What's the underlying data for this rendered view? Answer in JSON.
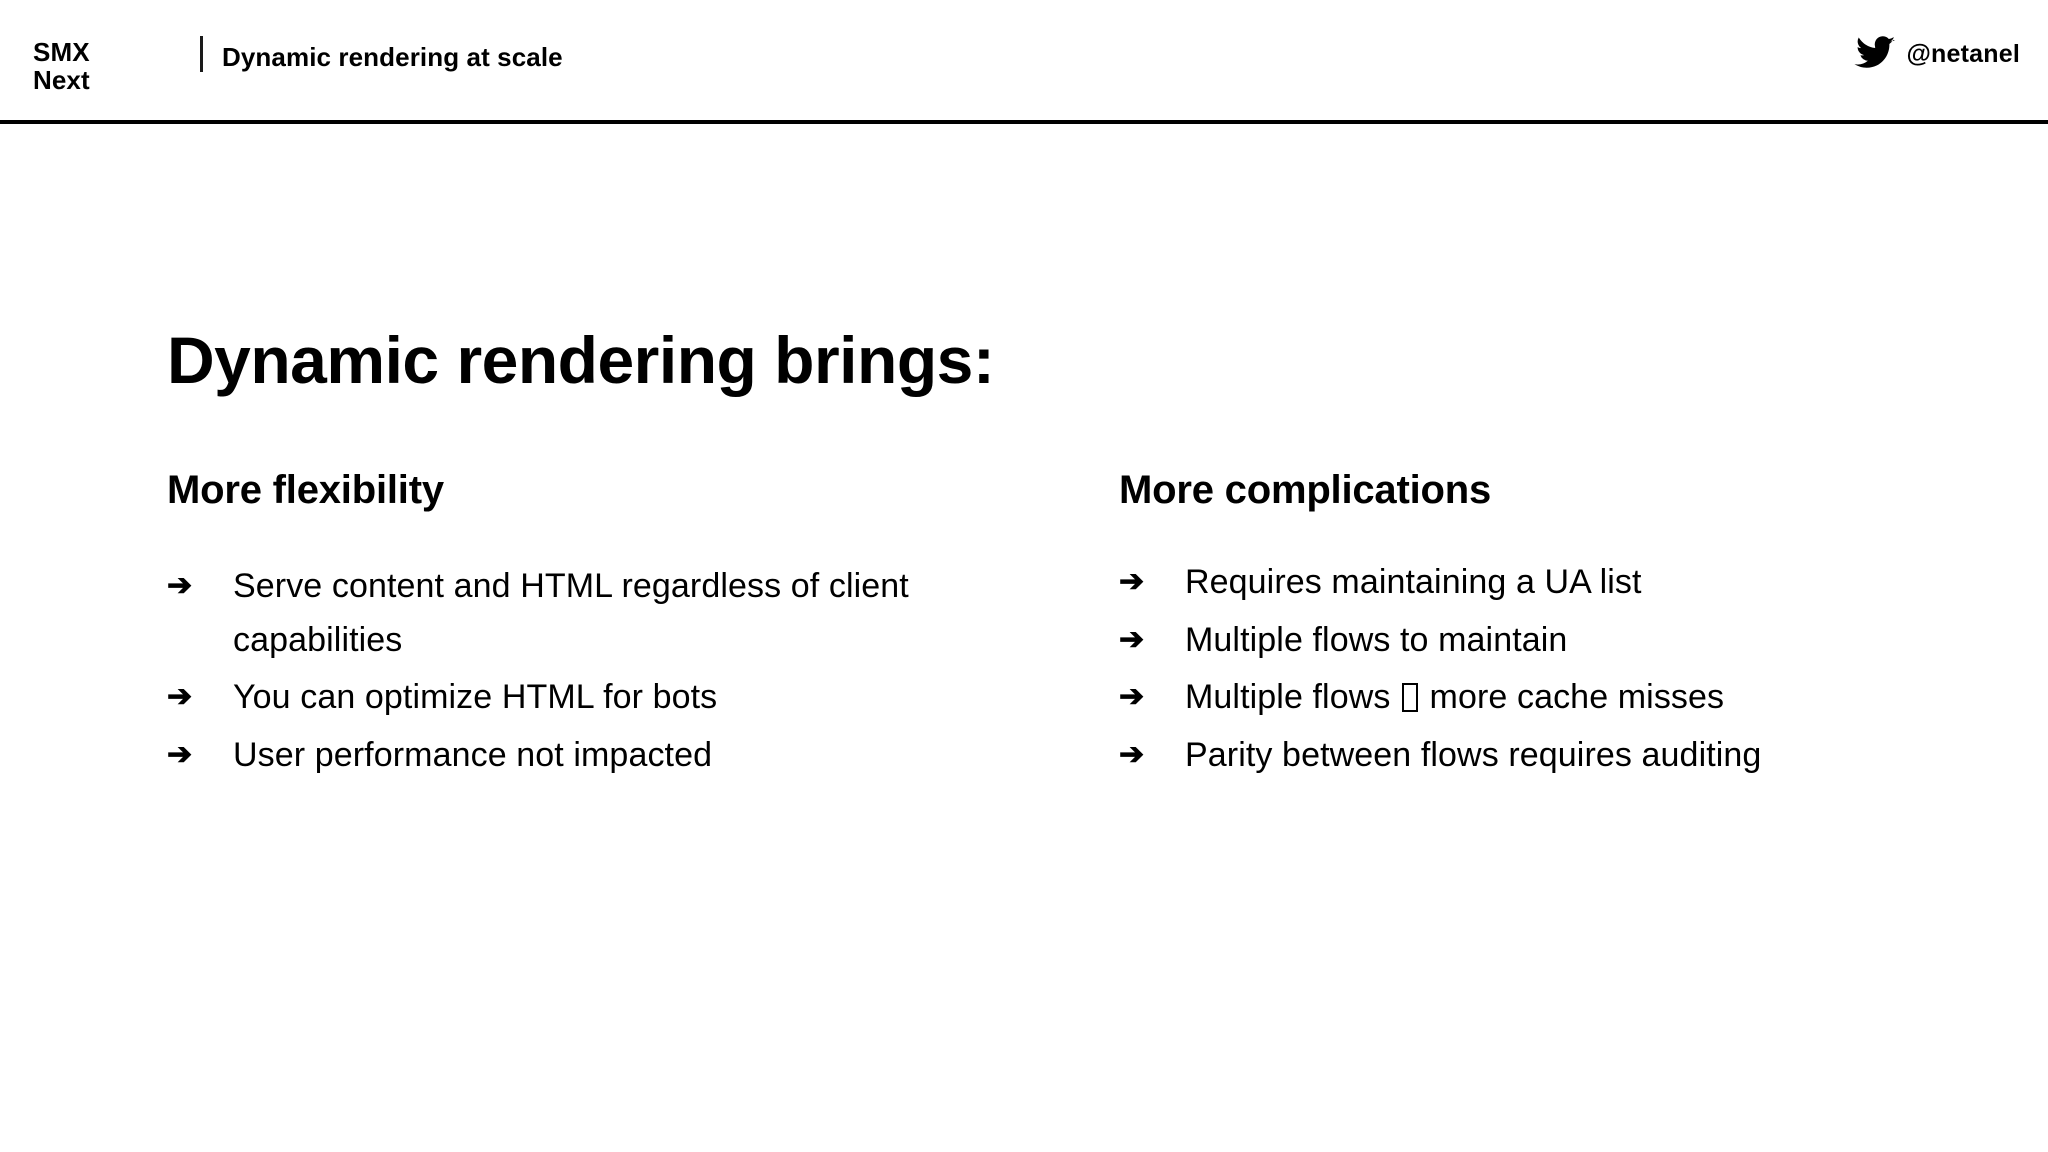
{
  "header": {
    "brand": "SMX\nNext",
    "divider": "|",
    "deck_title": "Dynamic rendering at scale",
    "social": {
      "icon": "twitter-bird-icon",
      "handle": "@netanel"
    }
  },
  "main": {
    "title": "Dynamic rendering brings:",
    "columns": [
      {
        "heading": "More flexibility",
        "bullets": [
          {
            "marker": "➔",
            "text": "Serve content and HTML regardless of client capabilities"
          },
          {
            "marker": "➔",
            "text": "You can optimize HTML for bots"
          },
          {
            "marker": "➔",
            "text": "User performance not impacted"
          }
        ]
      },
      {
        "heading": "More complications",
        "bullets": [
          {
            "marker": "➔",
            "text": "Requires maintaining a UA list"
          },
          {
            "marker": "➔",
            "text": "Multiple flows to maintain"
          },
          {
            "marker": "➔",
            "text_before_glyph": "Multiple flows ",
            "missing_glyph": true,
            "text_after_glyph": " more cache misses"
          },
          {
            "marker": "➔",
            "text": "Parity between flows requires auditing"
          }
        ]
      }
    ]
  },
  "colors": {
    "background": "#ffffff",
    "foreground": "#000000",
    "rule": "#000000"
  }
}
